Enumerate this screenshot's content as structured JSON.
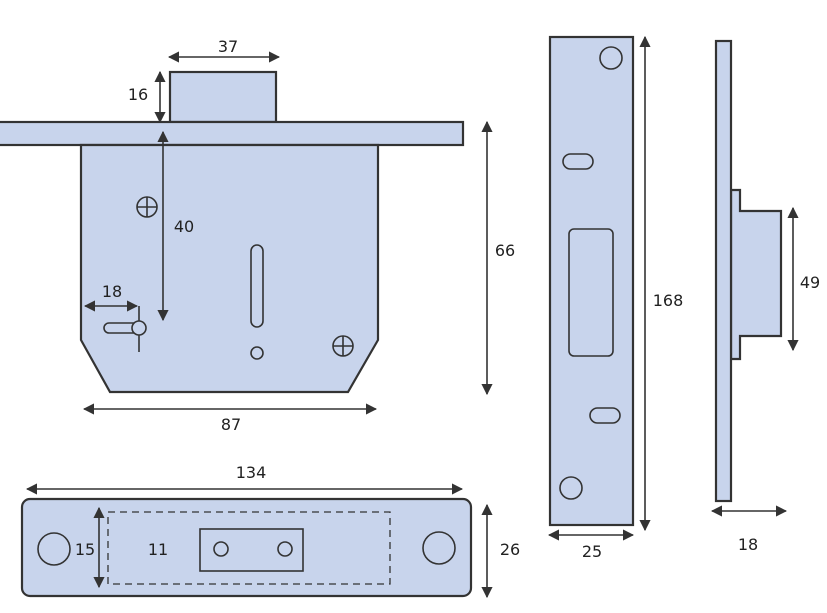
{
  "colors": {
    "fill": "#c8d4ec",
    "stroke": "#333333"
  },
  "lock_body": {
    "dims": {
      "bolt_width": "37",
      "bolt_height": "16",
      "backset": "40",
      "keyhole_offset": "18",
      "body_width": "87",
      "body_height": "66"
    }
  },
  "strike_plate": {
    "dims": {
      "length": "168",
      "width": "25"
    }
  },
  "strike_side": {
    "dims": {
      "box_height": "49",
      "depth": "18"
    }
  },
  "forend_plate": {
    "dims": {
      "length": "134",
      "hole_spacing": "15",
      "recess": "11",
      "width": "26"
    }
  }
}
